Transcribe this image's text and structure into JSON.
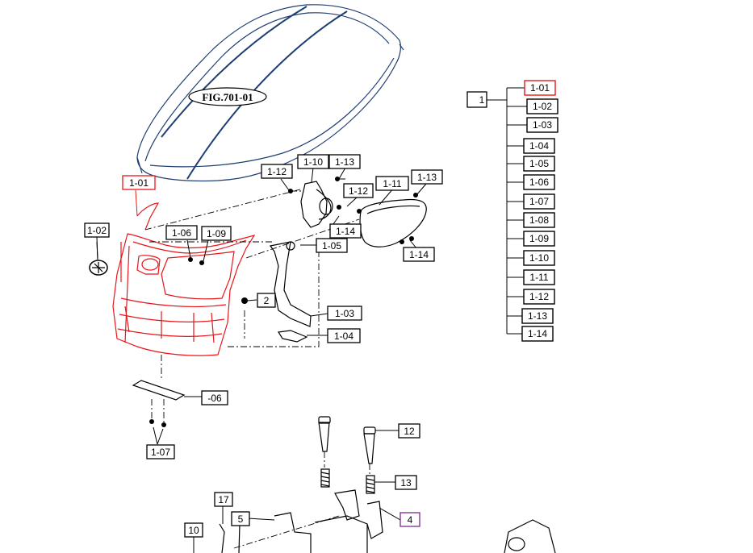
{
  "figure_label": "FIG.701-01",
  "colors": {
    "highlight": "#e8161b",
    "selected_box": "#e8161b",
    "purple_box": "#7b2a8c",
    "hood_line": "#1f3f73",
    "line": "#000000"
  },
  "callouts": [
    {
      "id": "c101",
      "text": "1-01",
      "color": "highlight"
    },
    {
      "id": "c102",
      "text": "1-02"
    },
    {
      "id": "c106",
      "text": "1-06"
    },
    {
      "id": "c109",
      "text": "1-09"
    },
    {
      "id": "c112a",
      "text": "1-12"
    },
    {
      "id": "c110",
      "text": "1-10"
    },
    {
      "id": "c113a",
      "text": "1-13"
    },
    {
      "id": "c112b",
      "text": "1-12"
    },
    {
      "id": "c111",
      "text": "1-11"
    },
    {
      "id": "c113b",
      "text": "1-13"
    },
    {
      "id": "c114a",
      "text": "1-14"
    },
    {
      "id": "c105",
      "text": "1-05"
    },
    {
      "id": "c114b",
      "text": "1-14"
    },
    {
      "id": "c2",
      "text": "2"
    },
    {
      "id": "c103",
      "text": "1-03"
    },
    {
      "id": "c104",
      "text": "1-04"
    },
    {
      "id": "c06",
      "text": "-06"
    },
    {
      "id": "c107",
      "text": "1-07"
    },
    {
      "id": "c12",
      "text": "12"
    },
    {
      "id": "c13",
      "text": "13"
    },
    {
      "id": "c4",
      "text": "4",
      "color": "purple"
    },
    {
      "id": "c5",
      "text": "5"
    },
    {
      "id": "c17",
      "text": "17"
    },
    {
      "id": "c10",
      "text": "10"
    }
  ],
  "tree": {
    "root": "1",
    "children": [
      {
        "text": "1-01",
        "selected": true
      },
      {
        "text": "1-02"
      },
      {
        "text": "1-03"
      },
      {
        "text": "1-04"
      },
      {
        "text": "1-05"
      },
      {
        "text": "1-06"
      },
      {
        "text": "1-07"
      },
      {
        "text": "1-08"
      },
      {
        "text": "1-09"
      },
      {
        "text": "1-10"
      },
      {
        "text": "1-11"
      },
      {
        "text": "1-12"
      },
      {
        "text": "1-13"
      },
      {
        "text": "1-14"
      }
    ]
  }
}
